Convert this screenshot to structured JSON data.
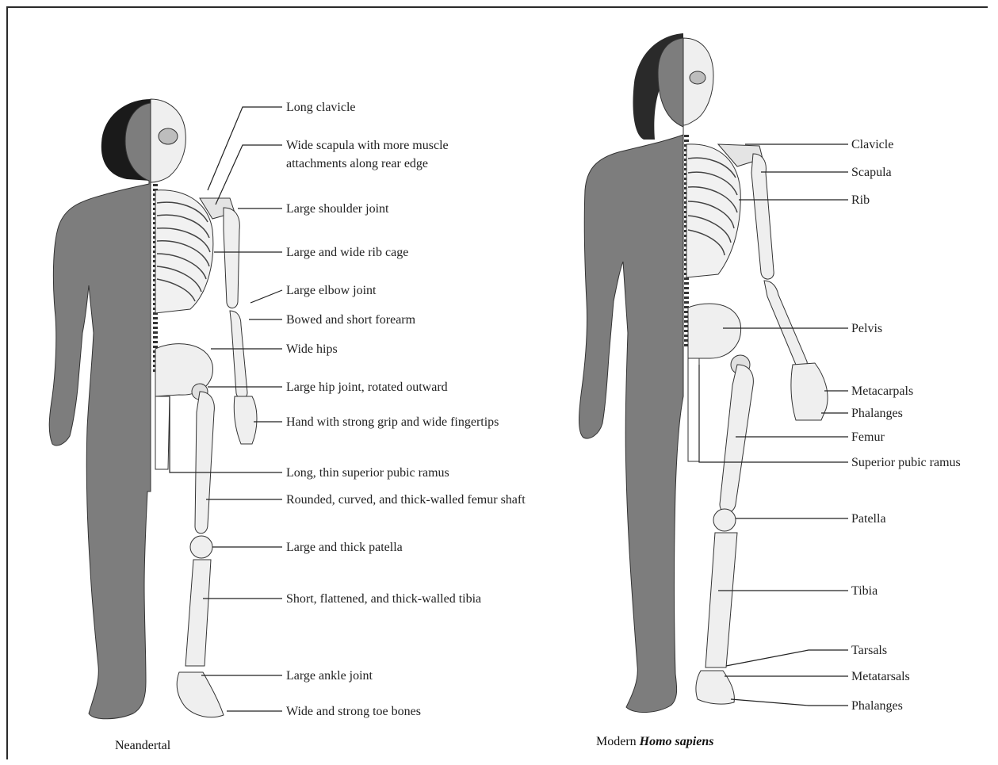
{
  "neanderthal": {
    "caption": "Neandertal",
    "labels": [
      "Long clavicle",
      "Wide scapula with more muscle attachments along rear edge",
      "Large shoulder joint",
      "Large and wide rib cage",
      "Large elbow joint",
      "Bowed and short forearm",
      "Wide hips",
      "Large hip joint, rotated outward",
      "Hand with strong grip and wide fingertips",
      "Long, thin superior pubic ramus",
      "Rounded, curved, and thick-walled femur shaft",
      "Large and thick patella",
      "Short, flattened, and thick-walled tibia",
      "Large ankle joint",
      "Wide and strong toe bones"
    ]
  },
  "modern": {
    "caption_prefix": "Modern ",
    "caption_species": "Homo sapiens",
    "labels": [
      "Clavicle",
      "Scapula",
      "Rib",
      "Pelvis",
      "Metacarpals",
      "Phalanges",
      "Femur",
      "Superior pubic ramus",
      "Patella",
      "Tibia",
      "Tarsals",
      "Metatarsals",
      "Phalanges"
    ]
  },
  "colors": {
    "skin": "#7d7d7d",
    "skin_dark": "#5a5a5a",
    "bone": "#ececec",
    "hair": "#1a1a1a",
    "line": "#222222"
  }
}
